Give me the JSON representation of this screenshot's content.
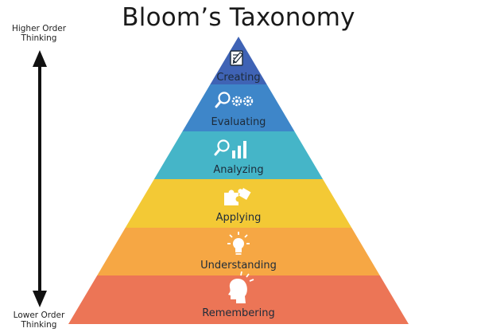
{
  "title": "Bloom’s Taxonomy",
  "axis": {
    "top_label": "Higher Order Thinking",
    "bottom_label": "Lower Order Thinking"
  },
  "levels": [
    {
      "label": "Creating",
      "color": "#3f63b5",
      "icon": "document-pencil-icon"
    },
    {
      "label": "Evaluating",
      "color": "#3e86c9",
      "icon": "magnifier-gears-icon"
    },
    {
      "label": "Analyzing",
      "color": "#45b5c8",
      "icon": "magnifier-bar-chart-icon"
    },
    {
      "label": "Applying",
      "color": "#f3c935",
      "icon": "puzzle-pieces-icon"
    },
    {
      "label": "Understanding",
      "color": "#f6a744",
      "icon": "lightbulb-icon"
    },
    {
      "label": "Remembering",
      "color": "#ec7556",
      "icon": "head-idea-icon"
    }
  ]
}
